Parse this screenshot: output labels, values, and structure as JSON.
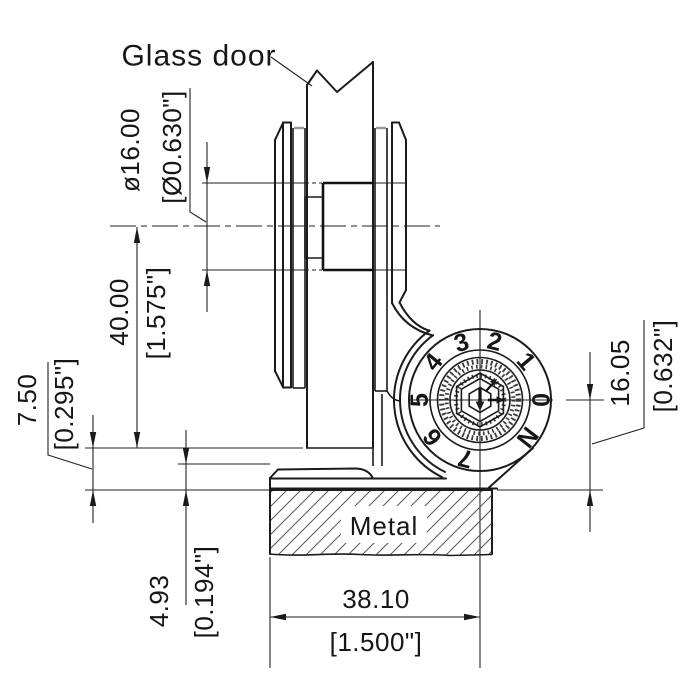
{
  "drawing": {
    "labels": {
      "glass_door": "Glass door",
      "metal": "Metal"
    },
    "dimensions": {
      "hole_diameter": {
        "metric": "ø16.00",
        "imperial": "[Ø0.630\"]"
      },
      "center_to_glass_edge": {
        "metric": "40.00",
        "imperial": "[1.575\"]"
      },
      "glass_clearance": {
        "metric": "7.50",
        "imperial": "[0.295\"]"
      },
      "foot_clearance": {
        "metric": "4.93",
        "imperial": "[0.194\"]"
      },
      "base_width": {
        "metric": "38.10",
        "imperial": "[1.500\"]"
      },
      "pivot_height": {
        "metric": "16.05",
        "imperial": "[0.632\"]"
      }
    },
    "dial": {
      "numbers": [
        "0",
        "1",
        "2",
        "3",
        "4",
        "5",
        "6",
        "7",
        "N"
      ]
    },
    "colors": {
      "line": "#1b1b1b",
      "hatch": "#555555",
      "background": "#ffffff"
    }
  }
}
